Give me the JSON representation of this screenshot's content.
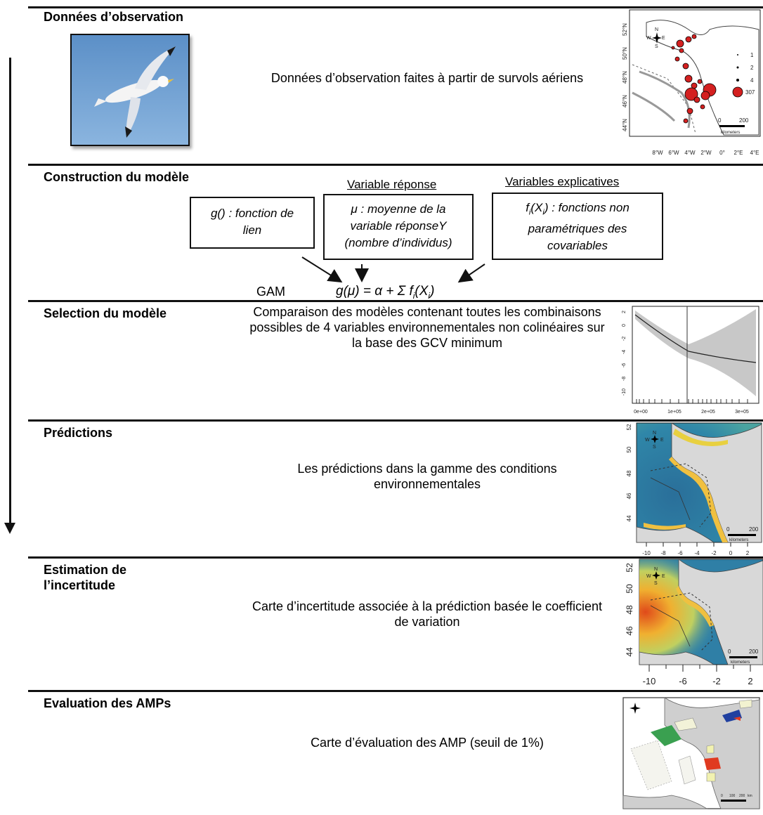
{
  "sections": {
    "observation": {
      "title": "Données d’observation",
      "description": "Données d’observation faites à partir de survols aériens"
    },
    "construction": {
      "title": "Construction du modèle",
      "response_header": "Variable réponse",
      "explanatory_header": "Variables explicatives",
      "box_link": "g() : fonction de lien",
      "box_mu": "μ : moyenne de la variable réponseY (nombre d’individus)",
      "box_f_prefix": "f",
      "box_f_sub": "i",
      "box_f_paren_open": "(X",
      "box_f_paren_sub": "i",
      "box_f_rest": ") : fonctions non paramétriques des covariables",
      "gam_label": "GAM",
      "formula_main": "g(μ) = α + Σ f",
      "formula_sub1": "i",
      "formula_mid": "(X",
      "formula_sub2": "i",
      "formula_end": ")"
    },
    "selection": {
      "title": "Selection du modèle",
      "description": "Comparaison des modèles contenant toutes les combinaisons possibles de 4 variables environnementales non colinéaires sur la base des GCV minimum"
    },
    "predictions": {
      "title": "Prédictions",
      "description": "Les prédictions dans la gamme des conditions environnementales"
    },
    "uncertainty": {
      "title": "Estimation de l’incertitude",
      "description": "Carte d’incertitude associée à la prédiction basée le coefficient de variation"
    },
    "evaluation": {
      "title": "Evaluation des AMPs",
      "description": "Carte d’évaluation des AMP (seuil de 1%)"
    }
  },
  "obs_map": {
    "lat_ticks": [
      "52°N",
      "50°N",
      "48°N",
      "46°N",
      "44°N"
    ],
    "lon_ticks": [
      "8°W",
      "6°W",
      "4°W",
      "2°W",
      "0°",
      "2°E",
      "4°E"
    ],
    "legend_values": [
      "1",
      "2",
      "4",
      "307"
    ],
    "scale_values": [
      "0",
      "200"
    ],
    "scale_unit": "kilometers",
    "compass": [
      "N",
      "W",
      "E",
      "S"
    ]
  },
  "smooth_plot": {
    "y_ticks": [
      "2",
      "0",
      "-2",
      "-4",
      "-6",
      "-8",
      "-10"
    ],
    "x_ticks": [
      "0e+00",
      "1e+05",
      "2e+05",
      "3e+05"
    ]
  },
  "pred_map": {
    "lat_ticks": [
      "52",
      "50",
      "48",
      "46",
      "44"
    ],
    "lon_ticks": [
      "-10",
      "-8",
      "-6",
      "-4",
      "-2",
      "0",
      "2"
    ],
    "scale_values": [
      "0",
      "200"
    ],
    "scale_unit": "kilometers",
    "compass": [
      "N",
      "W",
      "E",
      "S"
    ]
  },
  "unc_map": {
    "lat_ticks": [
      "52",
      "50",
      "48",
      "46",
      "44"
    ],
    "lon_ticks": [
      "-10",
      "-6",
      "-2",
      "2"
    ],
    "scale_values": [
      "0",
      "200"
    ],
    "scale_unit": "kilometers",
    "compass": [
      "N",
      "W",
      "E",
      "S"
    ]
  },
  "amp_map": {
    "scale_values": [
      "0",
      "100",
      "200",
      "km"
    ]
  }
}
